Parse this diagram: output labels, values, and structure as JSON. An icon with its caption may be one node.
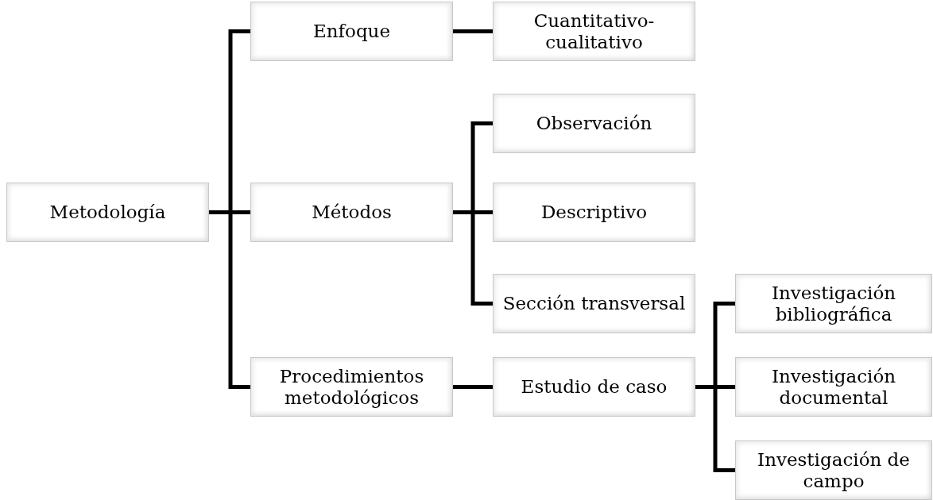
{
  "diagram": {
    "nodes": [
      {
        "text": [
          "Metodología"
        ]
      },
      {
        "text": [
          "Enfoque"
        ]
      },
      {
        "text": [
          "Cuantitativo-cualitativo"
        ]
      },
      {
        "text": [
          "Métodos"
        ]
      },
      {
        "text": [
          "Observación"
        ]
      },
      {
        "text": [
          "Descriptivo"
        ]
      },
      {
        "text": [
          "Sección transversal"
        ]
      },
      {
        "text": [
          "Procedimientos metodológicos"
        ]
      },
      {
        "text": [
          "Estudio de caso"
        ]
      },
      {
        "text": [
          "Investigación bibliográfica"
        ]
      },
      {
        "text": [
          "Investigación documental"
        ]
      },
      {
        "text": [
          "Investigación de campo"
        ]
      }
    ],
    "edges": [
      {
        "from": 0,
        "to": 1,
        "arrow": "none"
      },
      {
        "from": 0,
        "to": 3,
        "arrow": "none"
      },
      {
        "from": 0,
        "to": 7,
        "arrow": "none"
      },
      {
        "from": 1,
        "to": 2,
        "arrow": "none"
      },
      {
        "from": 3,
        "to": 4,
        "arrow": "none"
      },
      {
        "from": 3,
        "to": 5,
        "arrow": "none"
      },
      {
        "from": 3,
        "to": 6,
        "arrow": "none"
      },
      {
        "from": 7,
        "to": 8,
        "arrow": "none"
      },
      {
        "from": 8,
        "to": 9,
        "arrow": "none"
      },
      {
        "from": 8,
        "to": 10,
        "arrow": "none"
      },
      {
        "from": 8,
        "to": 11,
        "arrow": "none"
      }
    ]
  }
}
